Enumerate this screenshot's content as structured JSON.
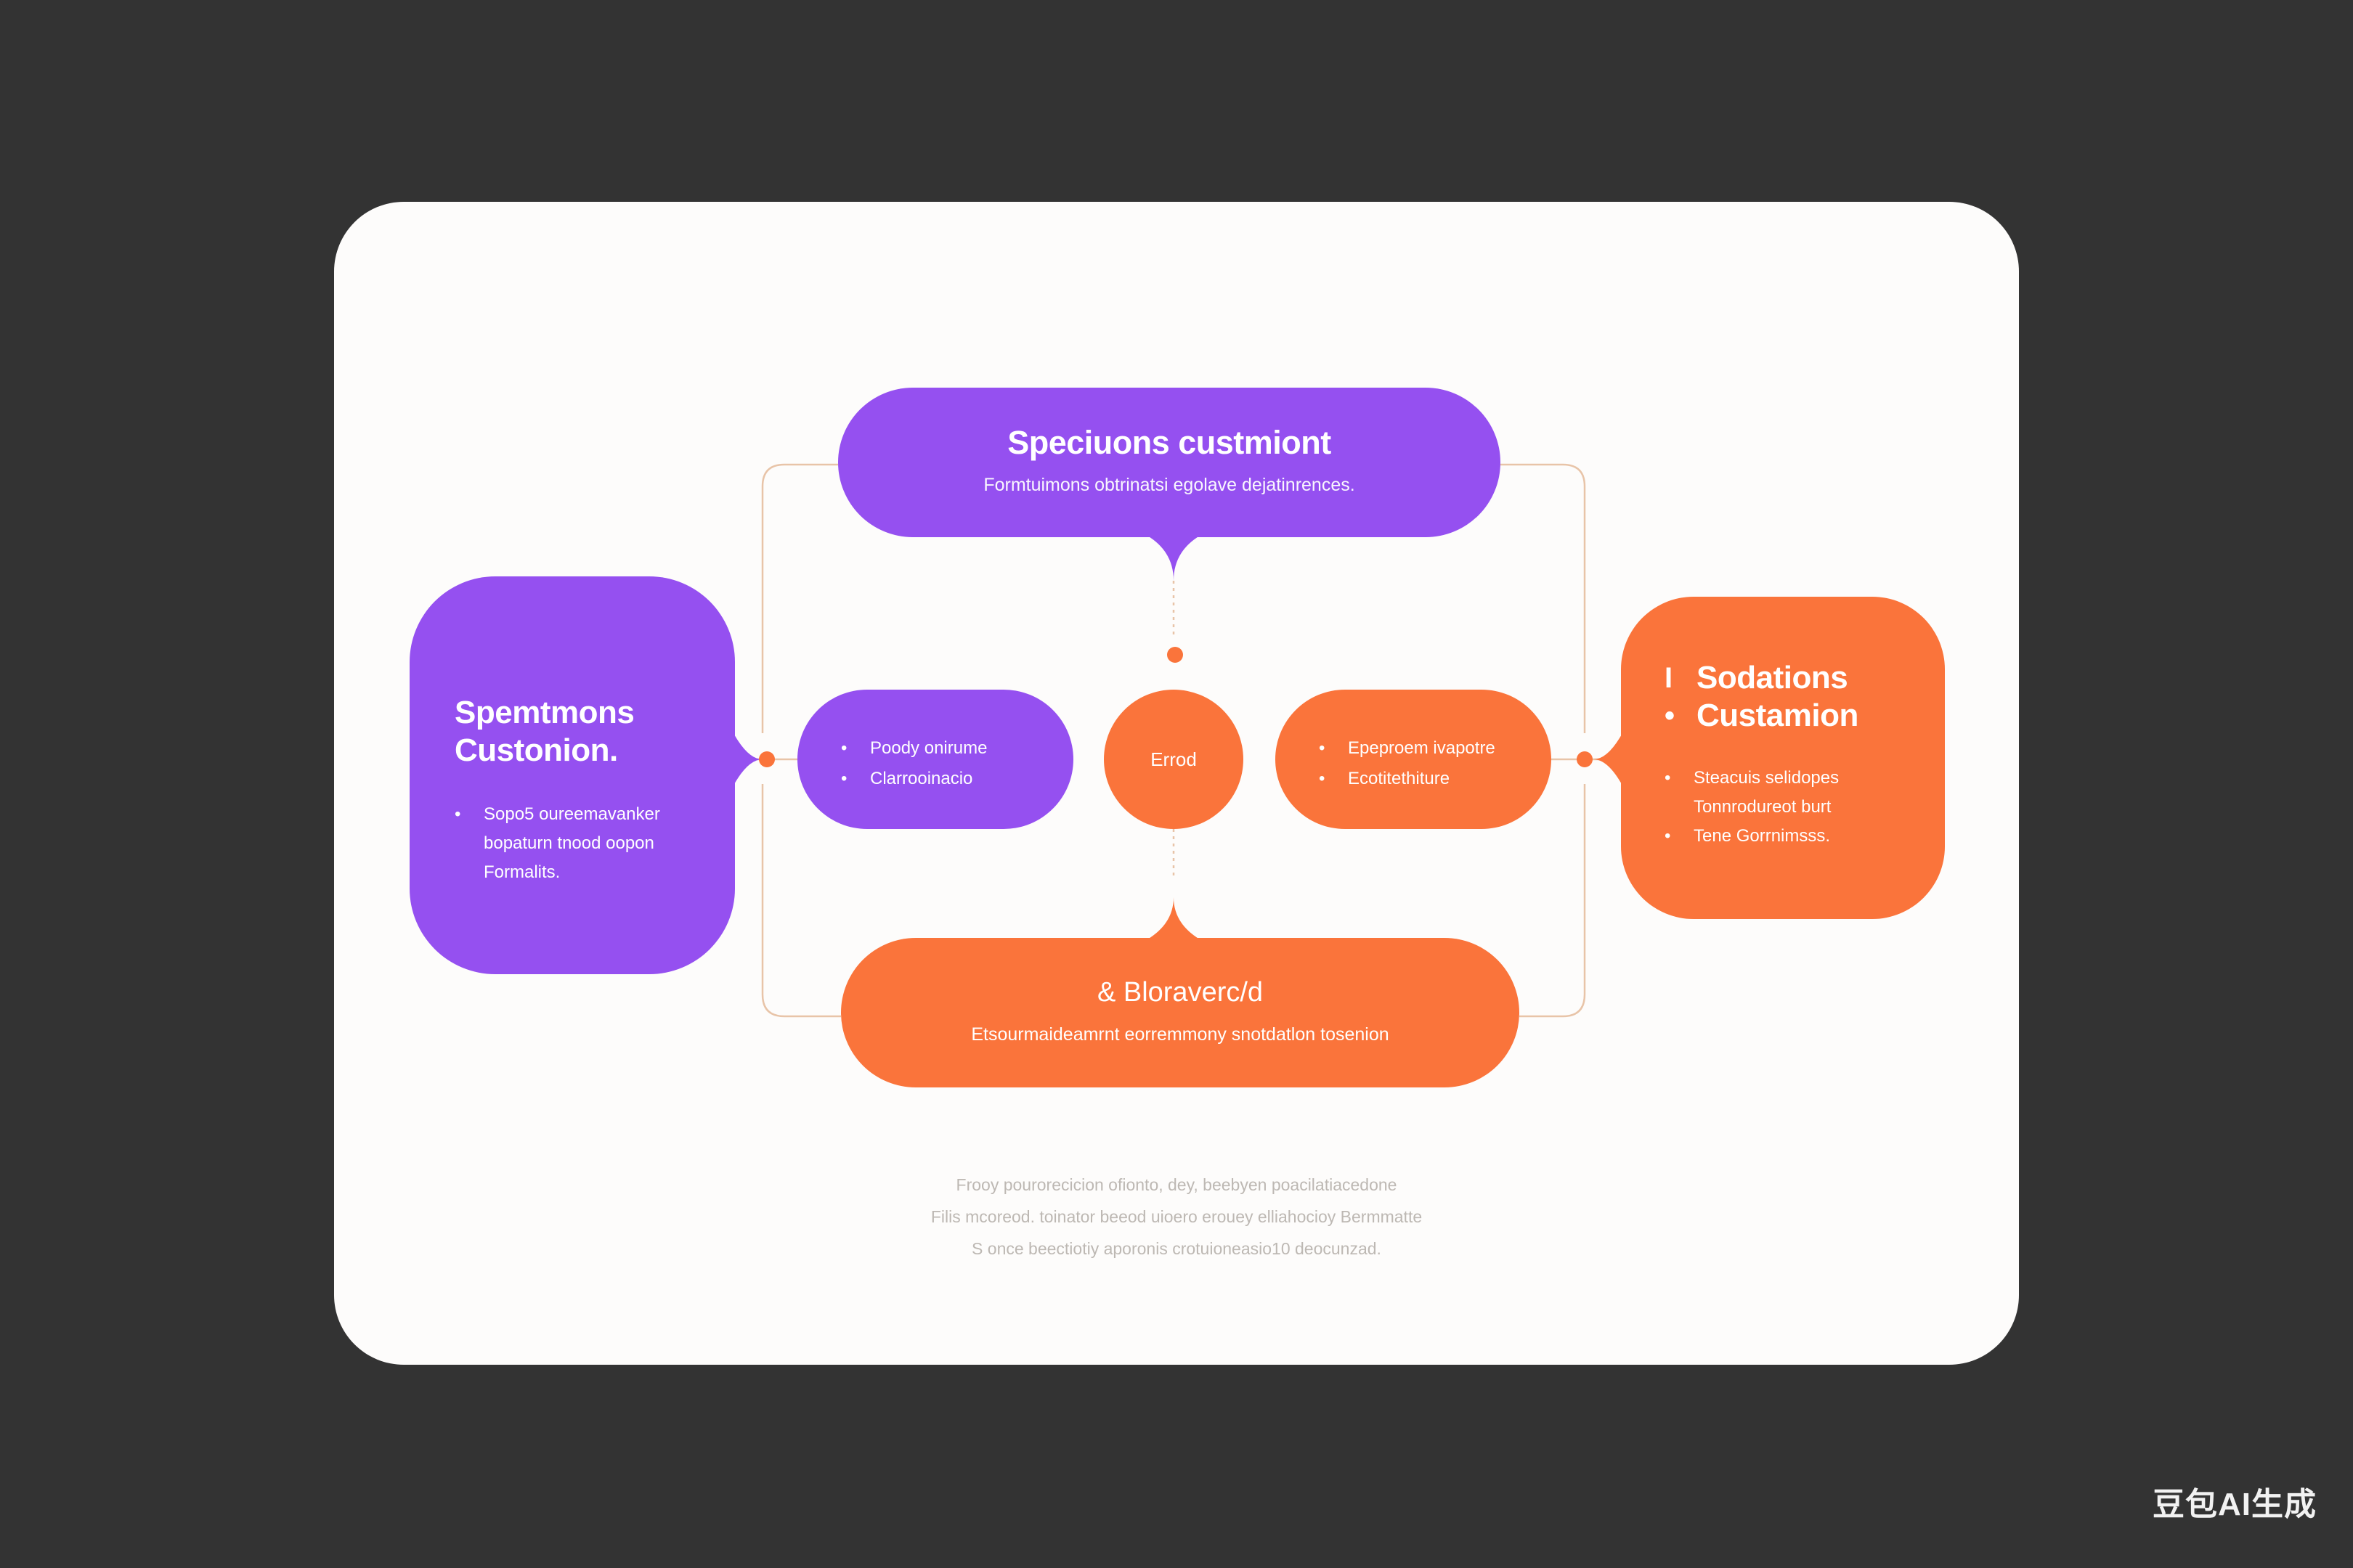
{
  "colors": {
    "purple": "#9550f0",
    "orange": "#fa743b",
    "card": "#fdfcfb",
    "background": "#333333",
    "connector": "#e8c4a8"
  },
  "top": {
    "title": "Speciuons custmiont",
    "sub": "Formtuimons obtrinatsi egolave dejatinrences."
  },
  "left": {
    "title_line1": "Spemtmons",
    "title_line2": "Custonion.",
    "items": [
      "Sopo5 oureemavanker",
      "bopaturn tnood oopon",
      "Formalits."
    ]
  },
  "pill_left": {
    "items": [
      "Poody onirume",
      "Clarrooinacio"
    ]
  },
  "center": {
    "label": "Errod"
  },
  "pill_right": {
    "items": [
      "Epeproem ivapotre",
      "Ecotitethiture"
    ]
  },
  "right": {
    "title_line1": "Sodations",
    "title_line2": "Custamion",
    "mark1": "I",
    "mark2": "•",
    "items": [
      "Steacuis selidopes",
      "Tonnrodureot burt",
      "Tene Gorrnimsss."
    ]
  },
  "bottom": {
    "title": "& Bloraverc/d",
    "sub": "Etsourmaideamrnt eorremmony snotdatlon tosenion"
  },
  "footer": {
    "line1": "Frooy pourorecicion ofionto, dey, beebyen poacilatiacedone",
    "line2": "Filis mcoreod. toinator beeod uioero erouey elliahocioy Bermmatte",
    "line3": "S once beectiotiy aporonis crotuioneasio10 deocunzad."
  },
  "watermark": "豆包AI生成"
}
